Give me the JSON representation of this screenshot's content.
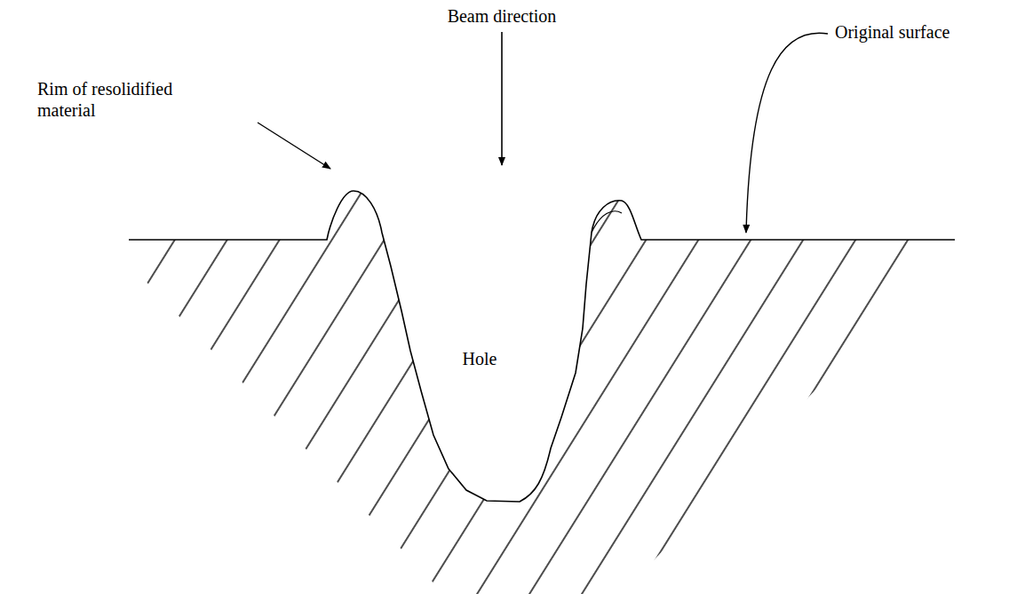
{
  "diagram": {
    "labels": [
      "Beam direction",
      "Rim of resolidified material",
      "Hole",
      "Original surface"
    ]
  }
}
